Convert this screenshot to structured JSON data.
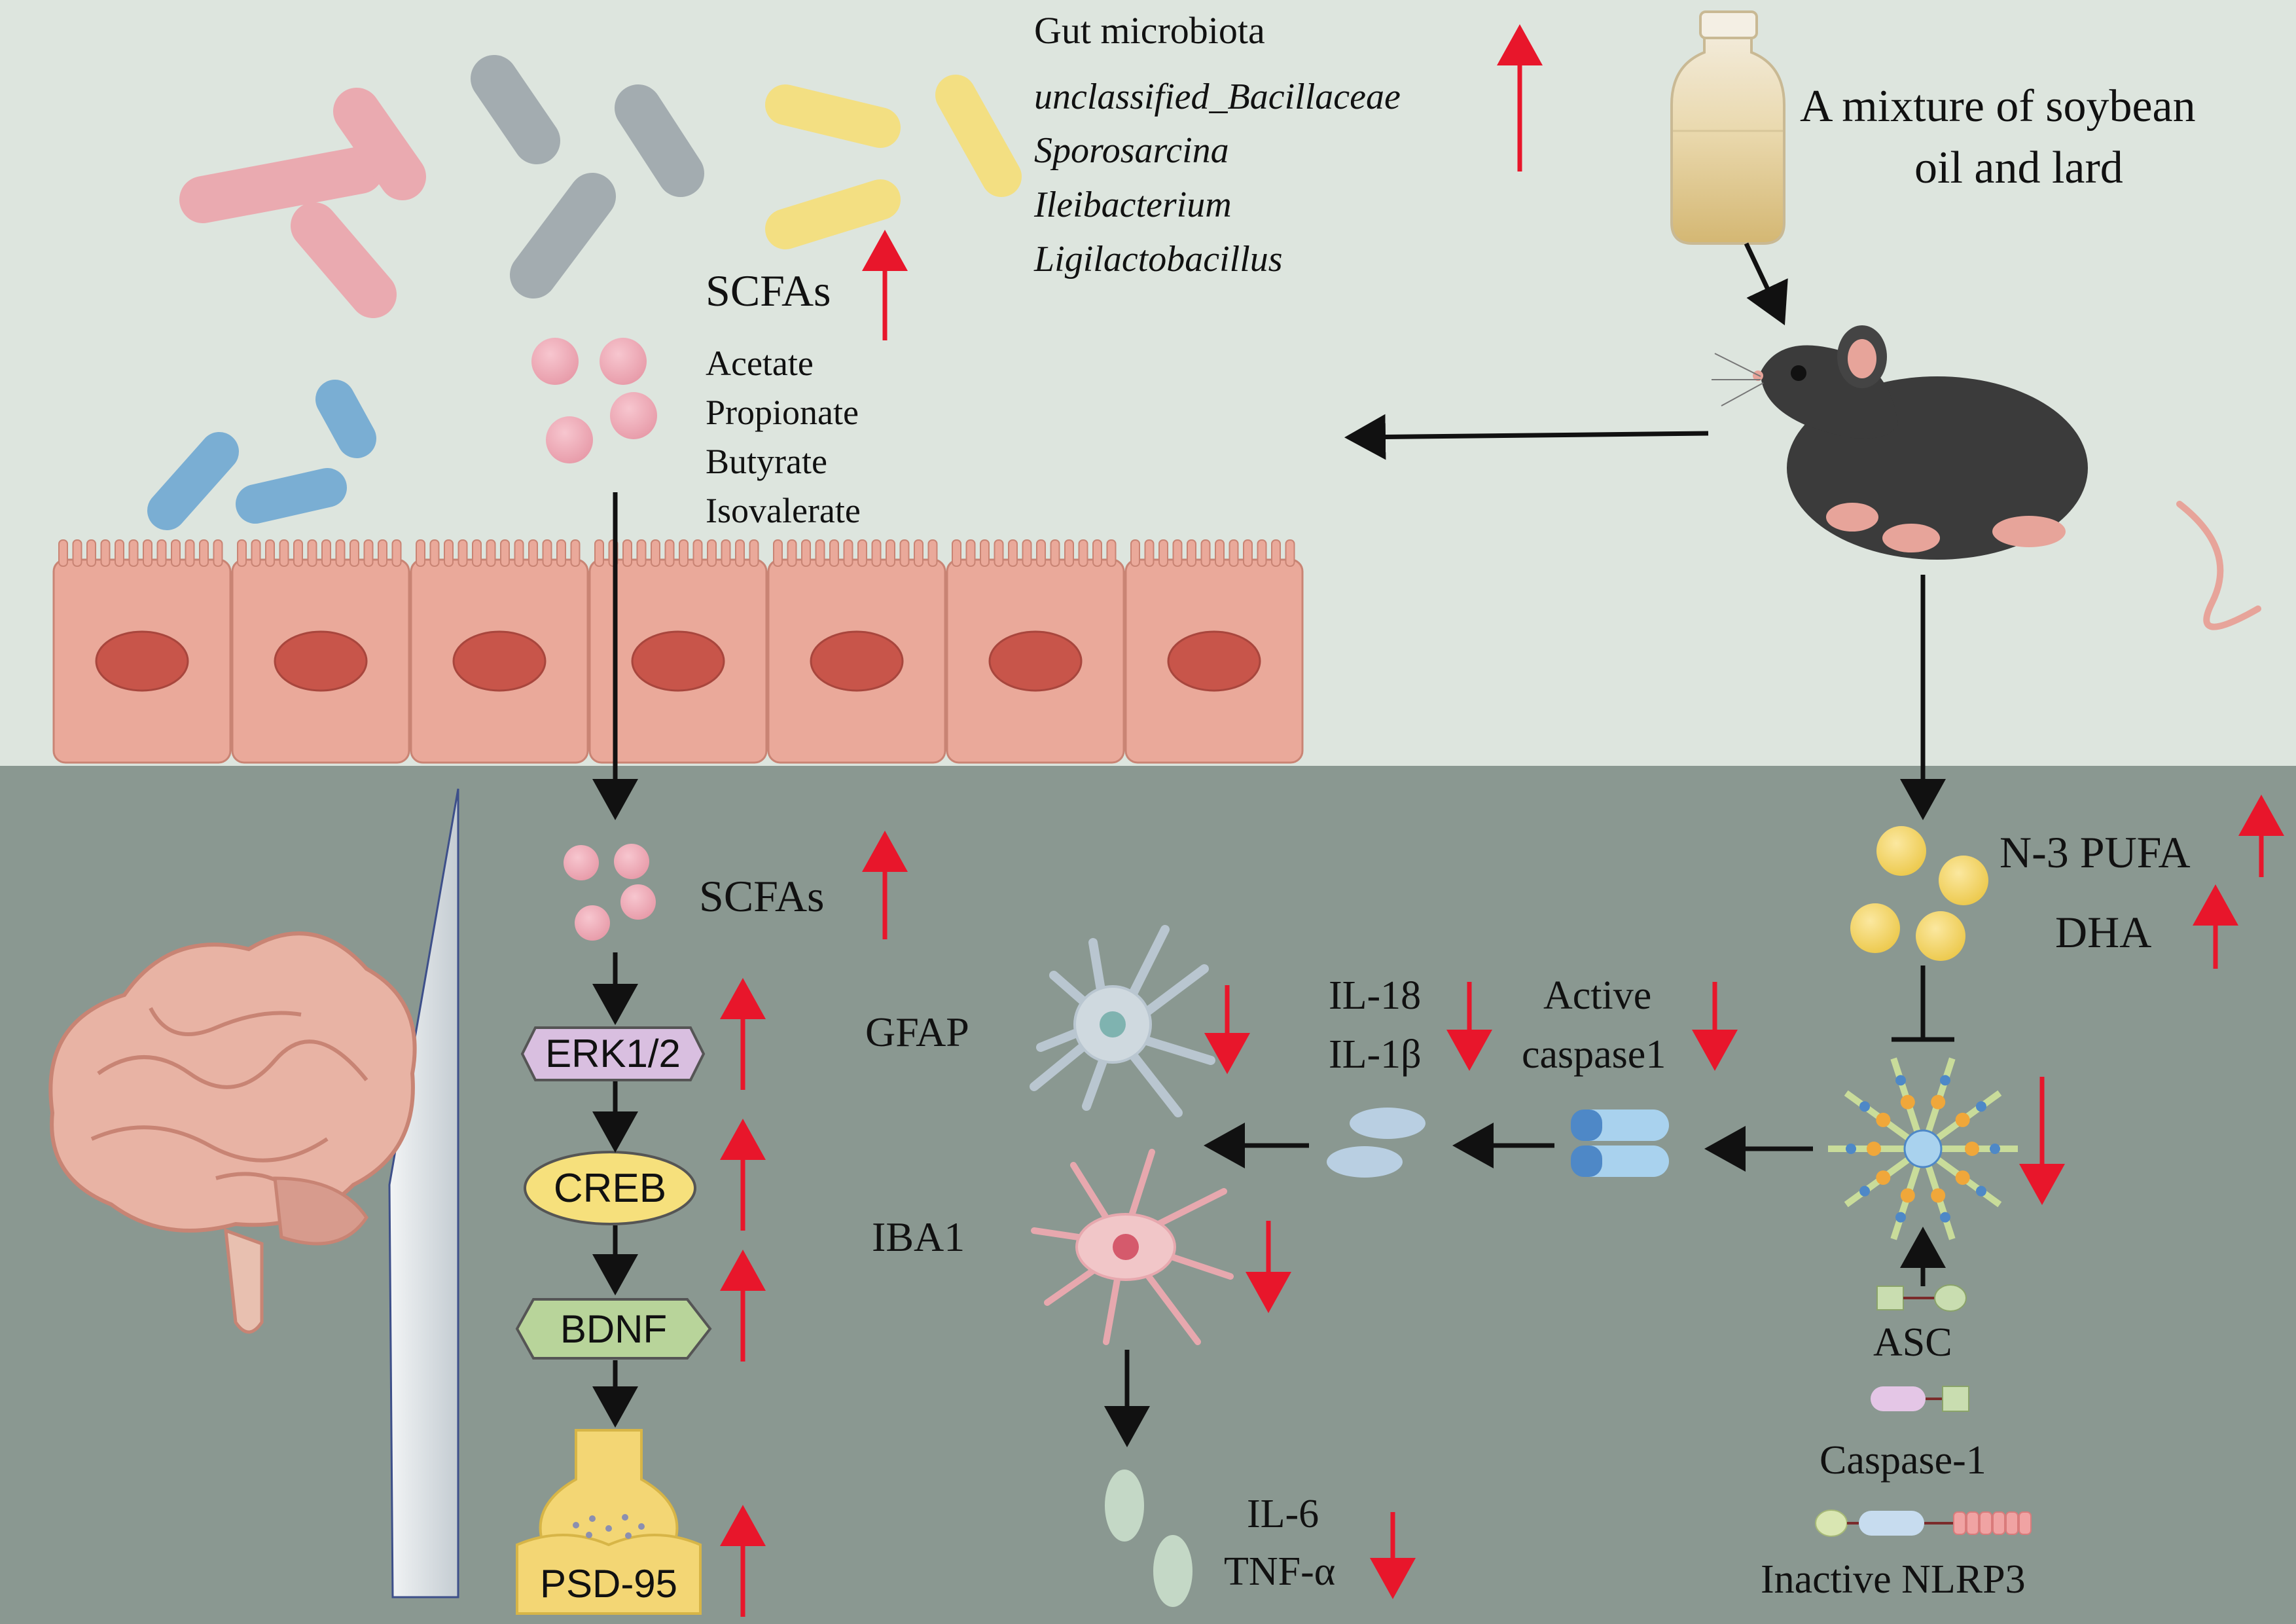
{
  "gut": {
    "title": "Gut microbiota",
    "taxa": [
      "unclassified_Bacillaceae",
      "Sporosarcina",
      "Ileibacterium",
      "Ligilactobacillus"
    ],
    "scfa_label": "SCFAs",
    "scfa_list": [
      "Acetate",
      "Propionate",
      "Butyrate",
      "Isovalerate"
    ]
  },
  "diet": {
    "line1": "A mixture of soybean",
    "line2": "oil and lard"
  },
  "brain": {
    "scfa_label": "SCFAs",
    "pathway": [
      "ERK1/2",
      "CREB",
      "BDNF",
      "PSD-95"
    ],
    "gfap": "GFAP",
    "iba1": "IBA1",
    "il18": "IL-18",
    "il1b": "IL-1β",
    "active_caspase_l1": "Active",
    "active_caspase_l2": "caspase1",
    "il6": "IL-6",
    "tnfa": "TNF-α",
    "n3pufa": "N-3 PUFA",
    "dha": "DHA",
    "asc": "ASC",
    "caspase1": "Caspase-1",
    "inactive_nlrp3": "Inactive NLRP3"
  },
  "colors": {
    "top_bg": "#dde5de",
    "bottom_bg": "#8a9891",
    "up_arrow": "#e8162b",
    "down_arrow": "#e8162b",
    "epithelium": "#eaa99a",
    "nucleus": "#c8554a"
  }
}
